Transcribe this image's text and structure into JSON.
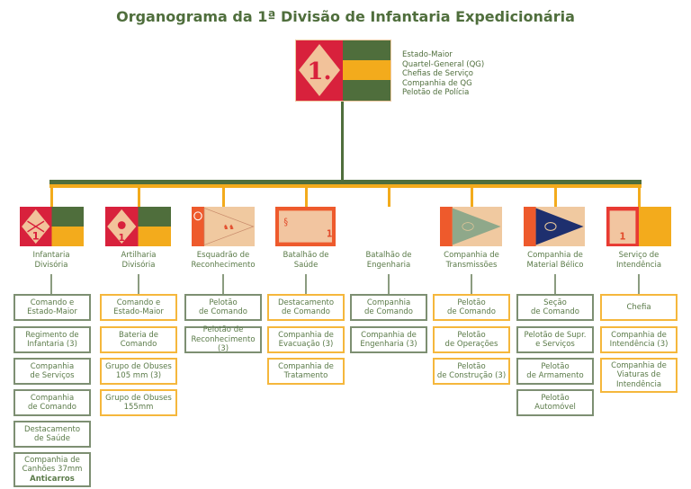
{
  "title": "Organograma da 1ª Divisão de Infantaria Expedicionária",
  "headquarters": {
    "flag_icon": "1st-division-flag",
    "items": [
      "Estado-Maior",
      "Quartel-General (QG)",
      "Chefias de Serviço",
      "Companhia de QG",
      "Pelotão de Polícia"
    ]
  },
  "colors": {
    "green": "#4f6e3c",
    "orange": "#f3ab1c",
    "red": "#d8213c"
  },
  "units": [
    {
      "name": "Infantaria\nDivisória",
      "flag": "infantry-flag",
      "boxes": [
        "Comando e\nEstado-Maior",
        "Regimento de\nInfantaria (3)",
        "Companhia\nde Serviços",
        "Companhia\nde Comando",
        "Destacamento\nde Saúde",
        "Companhia de\nCanhões 37mm"
      ],
      "bold_extra": "Anticarros"
    },
    {
      "name": "Artilharia\nDivisória",
      "flag": "artillery-flag",
      "boxes": [
        "Comando e\nEstado-Maior",
        "Bateria de\nComando",
        "Grupo de Obuses\n105 mm (3)",
        "Grupo de Obuses\n155mm"
      ]
    },
    {
      "name": "Esquadrão de\nReconhecimento",
      "flag": "recon-pennant",
      "boxes": [
        "Pelotão\nde Comando",
        "Pelotão de\nReconhecimento (3)"
      ]
    },
    {
      "name": "Batalhão de\nSaúde",
      "flag": "medical-pennant",
      "boxes": [
        "Destacamento\nde Comando",
        "Companhia de\nEvacuação (3)",
        "Companhia de\nTratamento"
      ]
    },
    {
      "name": "Batalhão de\nEngenharia",
      "boxes": [
        "Companhia\nde Comando",
        "Companhia de\nEngenharia (3)"
      ]
    },
    {
      "name": "Companhia de\nTransmissões",
      "flag": "signal-pennant",
      "boxes": [
        "Pelotão\nde Comando",
        "Pelotão\nde Operações",
        "Pelotão\nde Construção (3)"
      ]
    },
    {
      "name": "Companhia de\nMaterial Bélico",
      "flag": "ordnance-pennant",
      "boxes": [
        "Seção\nde Comando",
        "Pelotão de Supr.\ne Serviços",
        "Pelotão\nde Armamento",
        "Pelotão\nAutomóvel"
      ]
    },
    {
      "name": "Serviço de\nIntendência",
      "flag": "quartermaster-flag",
      "boxes": [
        "Chefia",
        "Companhia de\nIntendência (3)",
        "Companhia de\nViaturas de\nIntendência"
      ]
    }
  ]
}
